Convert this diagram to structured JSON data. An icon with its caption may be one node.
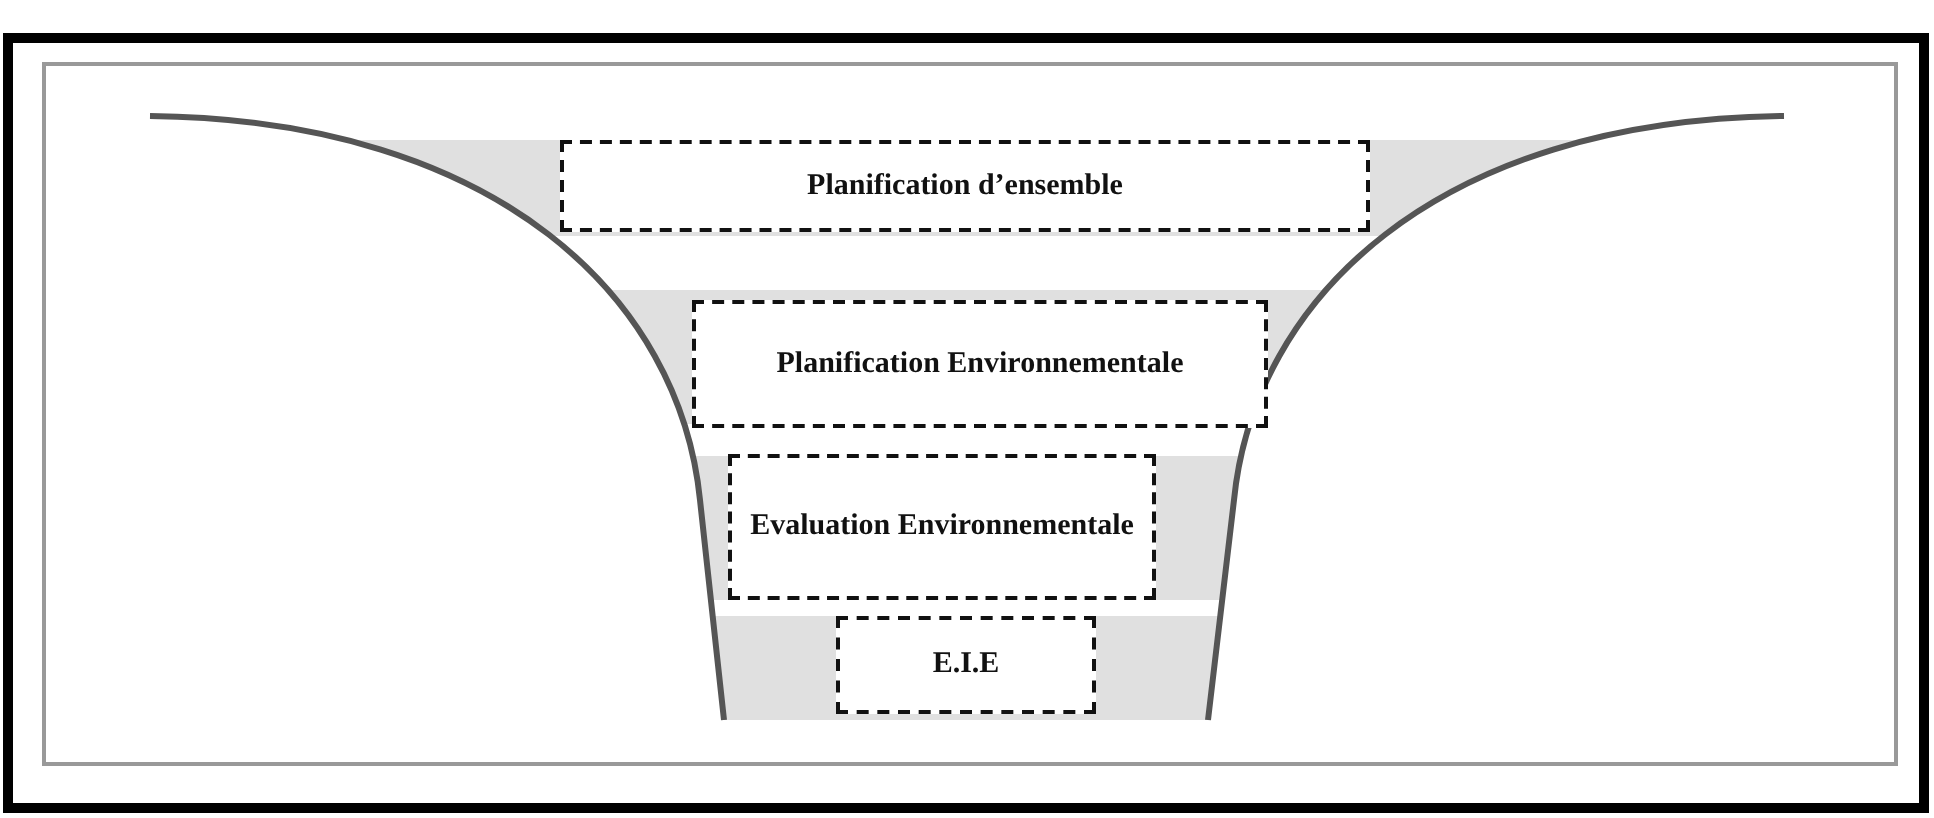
{
  "diagram": {
    "nodes": [
      {
        "text": [
          "Planification d’ensemble"
        ]
      },
      {
        "text": [
          "Planification Environnementale"
        ]
      },
      {
        "text": [
          "Evaluation Environnementale"
        ]
      },
      {
        "text": [
          "E.I.E"
        ]
      }
    ]
  }
}
